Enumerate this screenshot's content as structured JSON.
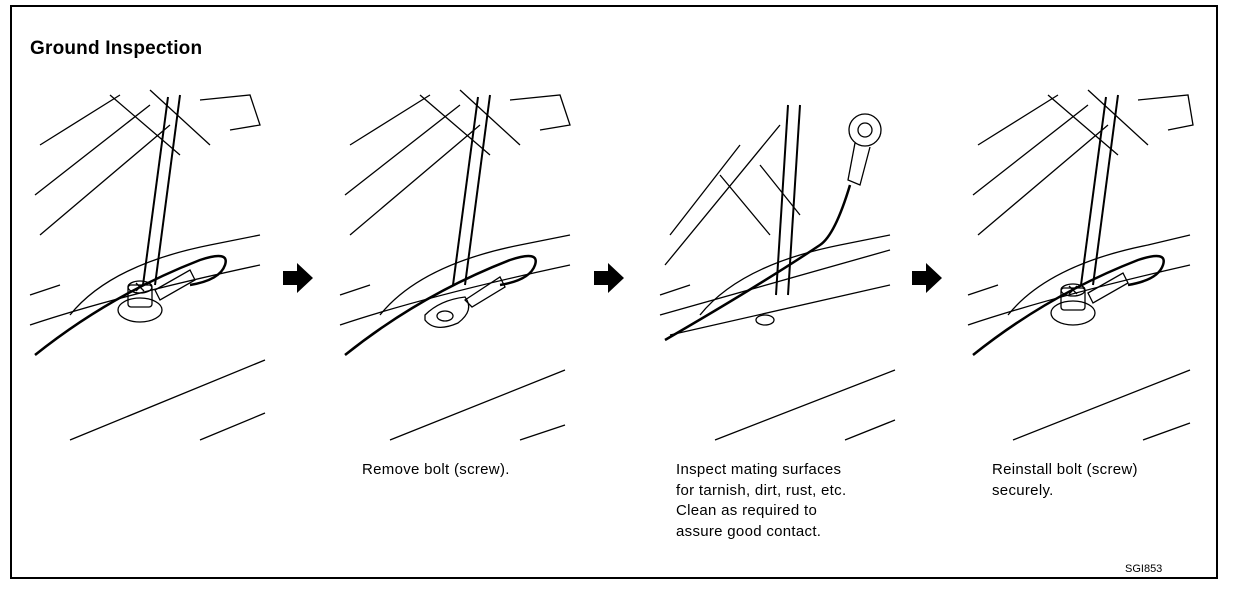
{
  "title": "Ground Inspection",
  "steps": [
    {
      "caption": ""
    },
    {
      "caption": "Remove bolt (screw)."
    },
    {
      "caption": "Inspect mating surfaces\nfor tarnish, dirt, rust, etc.\nClean as required to\nassure good contact."
    },
    {
      "caption": "Reinstall bolt (screw)\nsecurely."
    }
  ],
  "figure_code": "SGI853"
}
